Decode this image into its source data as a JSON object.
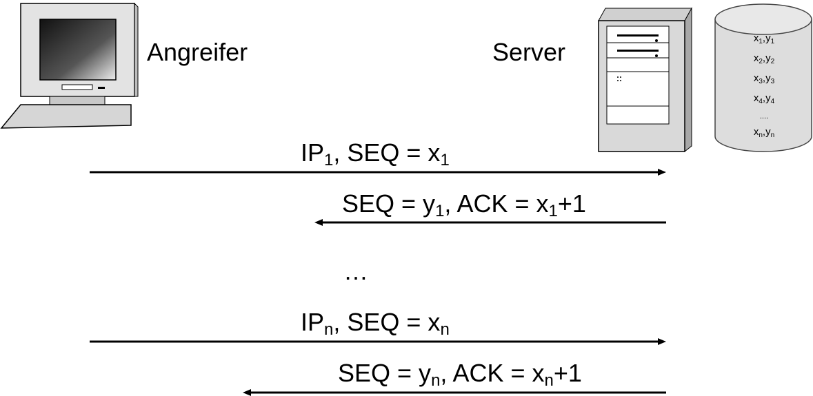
{
  "actors": {
    "attacker_label": "Angreifer",
    "server_label": "Server"
  },
  "database": {
    "entries": [
      {
        "x": "x",
        "xs": "1",
        "y": "y",
        "ys": "1"
      },
      {
        "x": "x",
        "xs": "2",
        "y": "y",
        "ys": "2"
      },
      {
        "x": "x",
        "xs": "3",
        "y": "y",
        "ys": "3"
      },
      {
        "x": "x",
        "xs": "4",
        "y": "y",
        "ys": "4"
      }
    ],
    "ellipsis": "....",
    "last": {
      "x": "x",
      "xs": "n",
      "y": "y",
      "ys": "n"
    }
  },
  "messages": {
    "m1": {
      "a": "IP",
      "a_sub": "1",
      "b": ", SEQ = x",
      "b_sub": "1"
    },
    "m2": {
      "a": "SEQ = y",
      "a_sub": "1",
      "b": ", ACK = x",
      "b_sub": "1",
      "c": "+1"
    },
    "ellipsis": "…",
    "m3": {
      "a": "IP",
      "a_sub": "n",
      "b": ", SEQ = x",
      "b_sub": "n"
    },
    "m4": {
      "a": "SEQ = y",
      "a_sub": "n",
      "b": ", ACK = x",
      "b_sub": "n",
      "c": "+1"
    }
  }
}
